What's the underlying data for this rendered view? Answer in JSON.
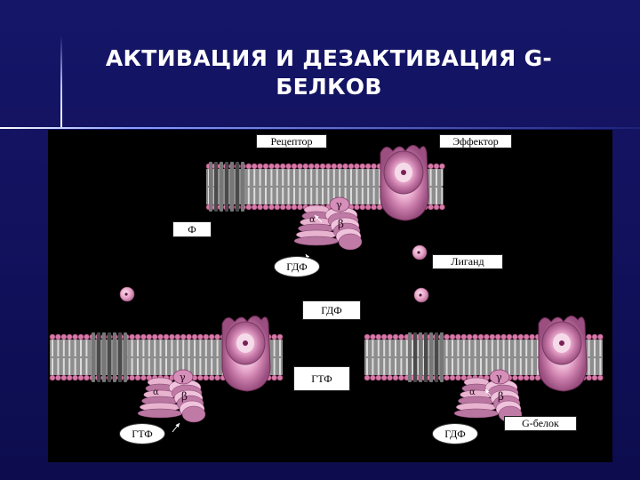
{
  "slide": {
    "title_line1": "АКТИВАЦИЯ И ДЕЗАКТИВАЦИЯ G-",
    "title_line2": "БЕЛКОВ",
    "colors": {
      "background": "#12125e",
      "panel": "#000000",
      "protein_pink": "#d98fb8",
      "protein_dark": "#a85f8f",
      "membrane_gray": "#b5b5b5",
      "lipid_head": "#d77aa8"
    }
  },
  "diagram": {
    "labels": {
      "receptor": "Рецептор",
      "effector": "Эффектор",
      "phosphate": "Ф",
      "ligand": "Лиганд",
      "gdp_center": "ГДФ",
      "gtp_center": "ГТФ",
      "g_protein": "G-белок"
    },
    "ovals": {
      "gdp_top": "ГДФ",
      "gtp_bottom": "ГТФ",
      "gdp_bottom": "ГДФ"
    },
    "subunit_letters": {
      "gamma": "γ",
      "beta": "β",
      "alpha": "α"
    }
  }
}
